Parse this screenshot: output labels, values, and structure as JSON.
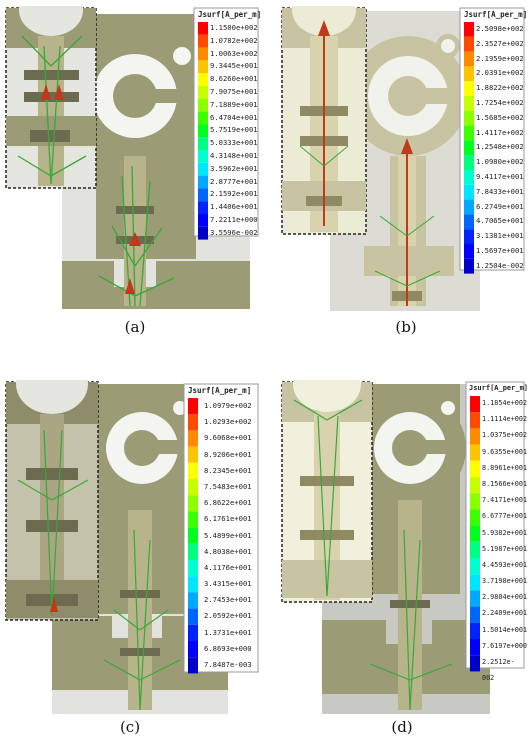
{
  "panels": [
    {
      "caption": "(a)",
      "legend_title": "Jsurf[A_per_m]",
      "legend_values": [
        "1.1500e+002",
        "1.0782e+002",
        "1.0063e+002",
        "9.3445e+001",
        "8.6260e+001",
        "7.9075e+001",
        "7.1889e+001",
        "6.4704e+001",
        "5.7519e+001",
        "5.0333e+001",
        "4.3148e+001",
        "3.5962e+001",
        "2.8777e+001",
        "2.1592e+001",
        "1.4406e+001",
        "7.2211e+000",
        "3.5596e-002"
      ]
    },
    {
      "caption": "(b)",
      "legend_title": "Jsurf[A_per_m]",
      "legend_values": [
        "2.5098e+002",
        "2.3527e+002",
        "2.1959e+002",
        "2.0391e+002",
        "1.8822e+002",
        "1.7254e+002",
        "1.5685e+002",
        "1.4117e+002",
        "1.2548e+002",
        "1.0980e+002",
        "9.4117e+001",
        "7.8433e+001",
        "6.2749e+001",
        "4.7065e+001",
        "3.1381e+001",
        "1.5697e+001",
        "1.2504e-002"
      ]
    },
    {
      "caption": "(c)",
      "legend_title": "Jsurf[A_per_m]",
      "legend_values": [
        "1.0979e+002",
        "1.0293e+002",
        "9.6068e+001",
        "8.9206e+001",
        "8.2345e+001",
        "7.5483e+001",
        "6.8622e+001",
        "6.1761e+001",
        "5.4899e+001",
        "4.8038e+001",
        "4.1176e+001",
        "3.4315e+001",
        "2.7453e+001",
        "2.0592e+001",
        "1.3731e+001",
        "6.8693e+000",
        "7.8487e-003"
      ]
    },
    {
      "caption": "(d)",
      "legend_title": "Jsurf[A_per_m]",
      "legend_values": [
        "1.1854e+002",
        "1.1114e+002",
        "1.0375e+002",
        "9.6355e+001",
        "8.8961e+001",
        "8.1566e+001",
        "7.4171e+001",
        "6.6777e+001",
        "5.9382e+001",
        "5.1987e+001",
        "4.4593e+001",
        "3.7198e+001",
        "2.9804e+001",
        "2.2409e+001",
        "1.5014e+001",
        "7.6197e+000",
        "2.2512e-002"
      ]
    }
  ],
  "colors": {
    "board": "#9b9b76",
    "board_dark": "#6d6b4f",
    "background_plate": "#e2e2de",
    "inset_bg": "#e9ead8",
    "arrow_green": "#38a83a",
    "arrow_red": "#c0391b",
    "colorbar": [
      "#ff0000",
      "#ff4b00",
      "#ff8a00",
      "#ffc400",
      "#ffff00",
      "#c8ff00",
      "#8cff00",
      "#3cff00",
      "#00ff1e",
      "#00ff80",
      "#00ffd0",
      "#00e6ff",
      "#00a8ff",
      "#0066ff",
      "#0024ff",
      "#0000ff",
      "#0000c8"
    ]
  }
}
